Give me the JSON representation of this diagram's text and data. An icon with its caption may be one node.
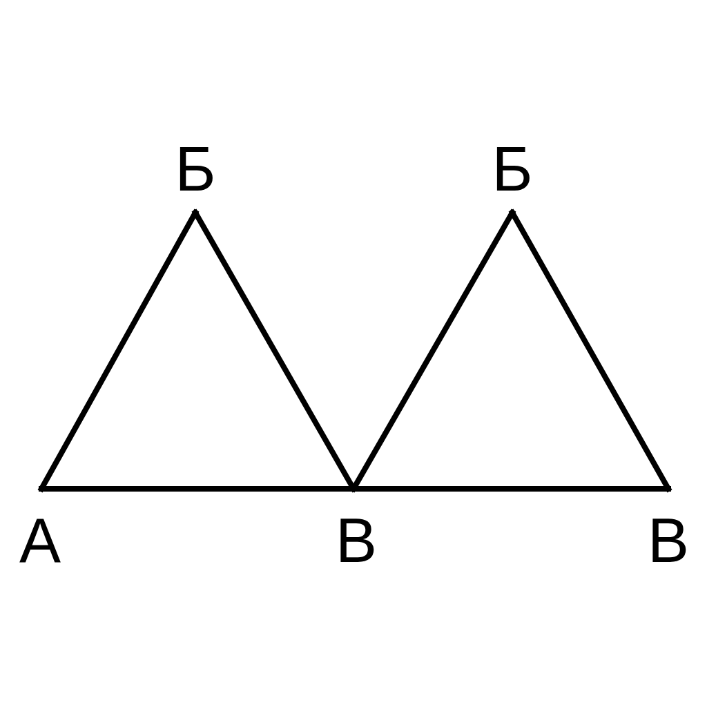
{
  "diagram": {
    "nodes": [
      {
        "text": [
          "А"
        ]
      },
      {
        "text": [
          "Б"
        ]
      },
      {
        "text": [
          "В"
        ]
      },
      {
        "text": [
          "Б"
        ]
      },
      {
        "text": [
          "В"
        ]
      }
    ],
    "edges": [
      {
        "from": 0,
        "to": 1,
        "arrow": "none"
      },
      {
        "from": 1,
        "to": 2,
        "arrow": "none"
      },
      {
        "from": 0,
        "to": 2,
        "arrow": "none"
      },
      {
        "from": 2,
        "to": 3,
        "arrow": "none"
      },
      {
        "from": 3,
        "to": 4,
        "arrow": "none"
      },
      {
        "from": 2,
        "to": 4,
        "arrow": "none"
      }
    ]
  }
}
